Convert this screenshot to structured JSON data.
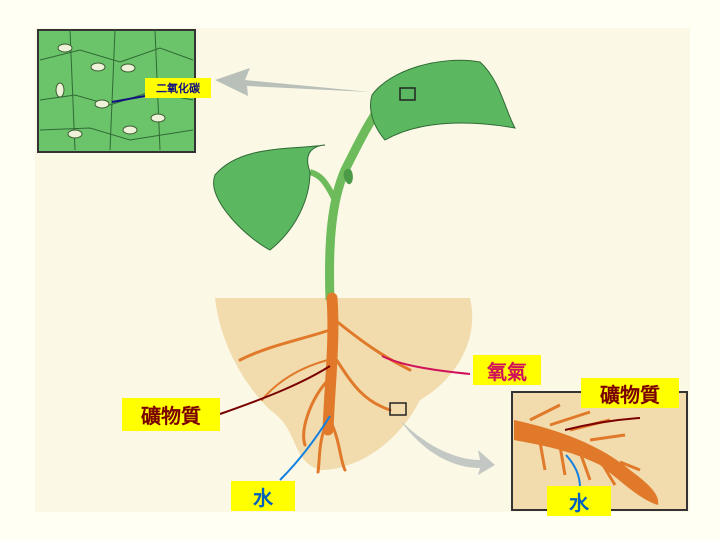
{
  "labels": {
    "carbon_dioxide": "二氧化碳",
    "oxygen": "氧氣",
    "minerals_main": "礦物質",
    "minerals_inset": "礦物質",
    "water_main": "水",
    "water_inset": "水"
  },
  "colors": {
    "label_bg": "#ffff00",
    "oxygen_text": "#d0105a",
    "minerals_text": "#7a0000",
    "water_text": "#0060c0",
    "leaf": "#5cb860",
    "root": "#e07a2a",
    "soil": "#f2dcae"
  }
}
